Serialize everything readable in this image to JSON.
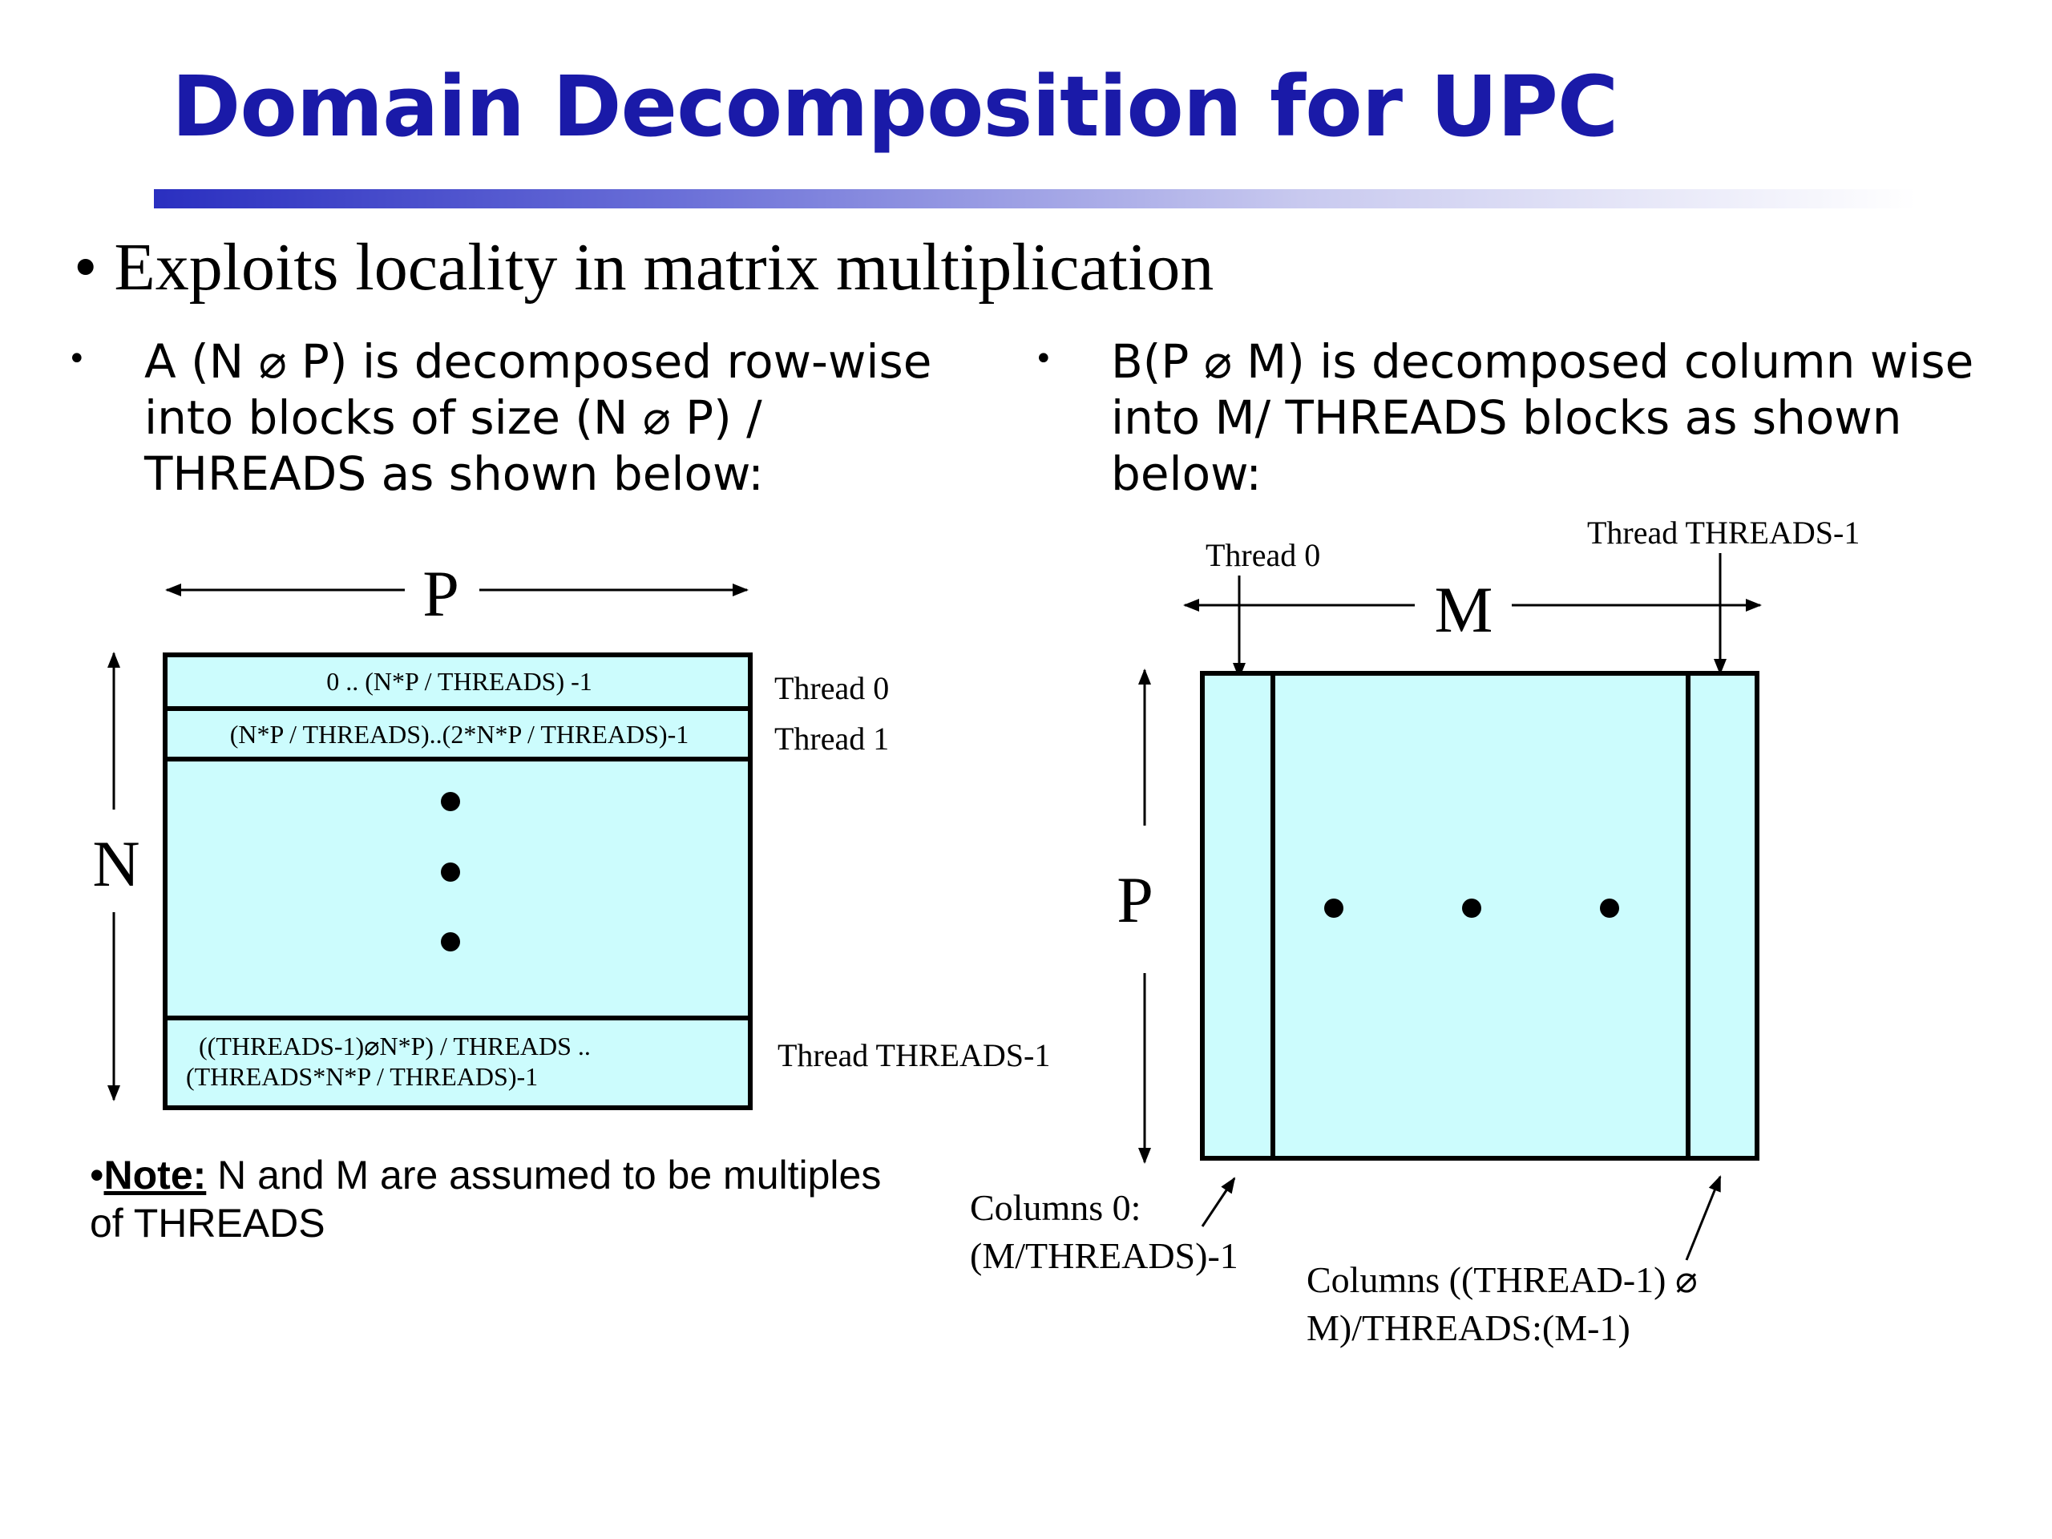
{
  "slide": {
    "title": "Domain Decomposition for UPC",
    "main_bullet": "• Exploits locality in matrix multiplication",
    "left_bullet": {
      "marker": "•",
      "lines": [
        "A (N ⌀ P) is decomposed row-wise",
        "into blocks of size (N ⌀ P) /",
        "THREADS as shown below:"
      ]
    },
    "right_bullet": {
      "marker": "•",
      "lines": [
        "B(P ⌀ M) is decomposed column wise",
        "into M/ THREADS blocks as shown",
        "below:"
      ]
    },
    "note": {
      "bullet": "•",
      "label": "Note:",
      "text": " N and M are assumed to be multiples",
      "text2": "of THREADS"
    }
  },
  "diagram_a": {
    "dim_top": "P",
    "dim_left": "N",
    "block1": "0 .. (N*P / THREADS) -1",
    "block2": "(N*P / THREADS)..(2*N*P / THREADS)-1",
    "block_last_line1": "((THREADS-1)⌀N*P) / THREADS ..",
    "block_last_line2": "(THREADS*N*P / THREADS)-1",
    "label_thread0": "Thread 0",
    "label_thread1": "Thread 1",
    "label_thread_last": "Thread THREADS-1"
  },
  "diagram_b": {
    "dim_top": "M",
    "dim_left": "P",
    "label_thread0": "Thread 0",
    "label_thread_last": "Thread THREADS-1",
    "cols_first_line1": "Columns 0:",
    "cols_first_line2": "(M/THREADS)-1",
    "cols_last_line1": "Columns ((THREAD-1) ⌀",
    "cols_last_line2": "M)/THREADS:(M-1)"
  },
  "colors": {
    "fill": "#ccfcfd",
    "title": "#1a1aa8"
  }
}
